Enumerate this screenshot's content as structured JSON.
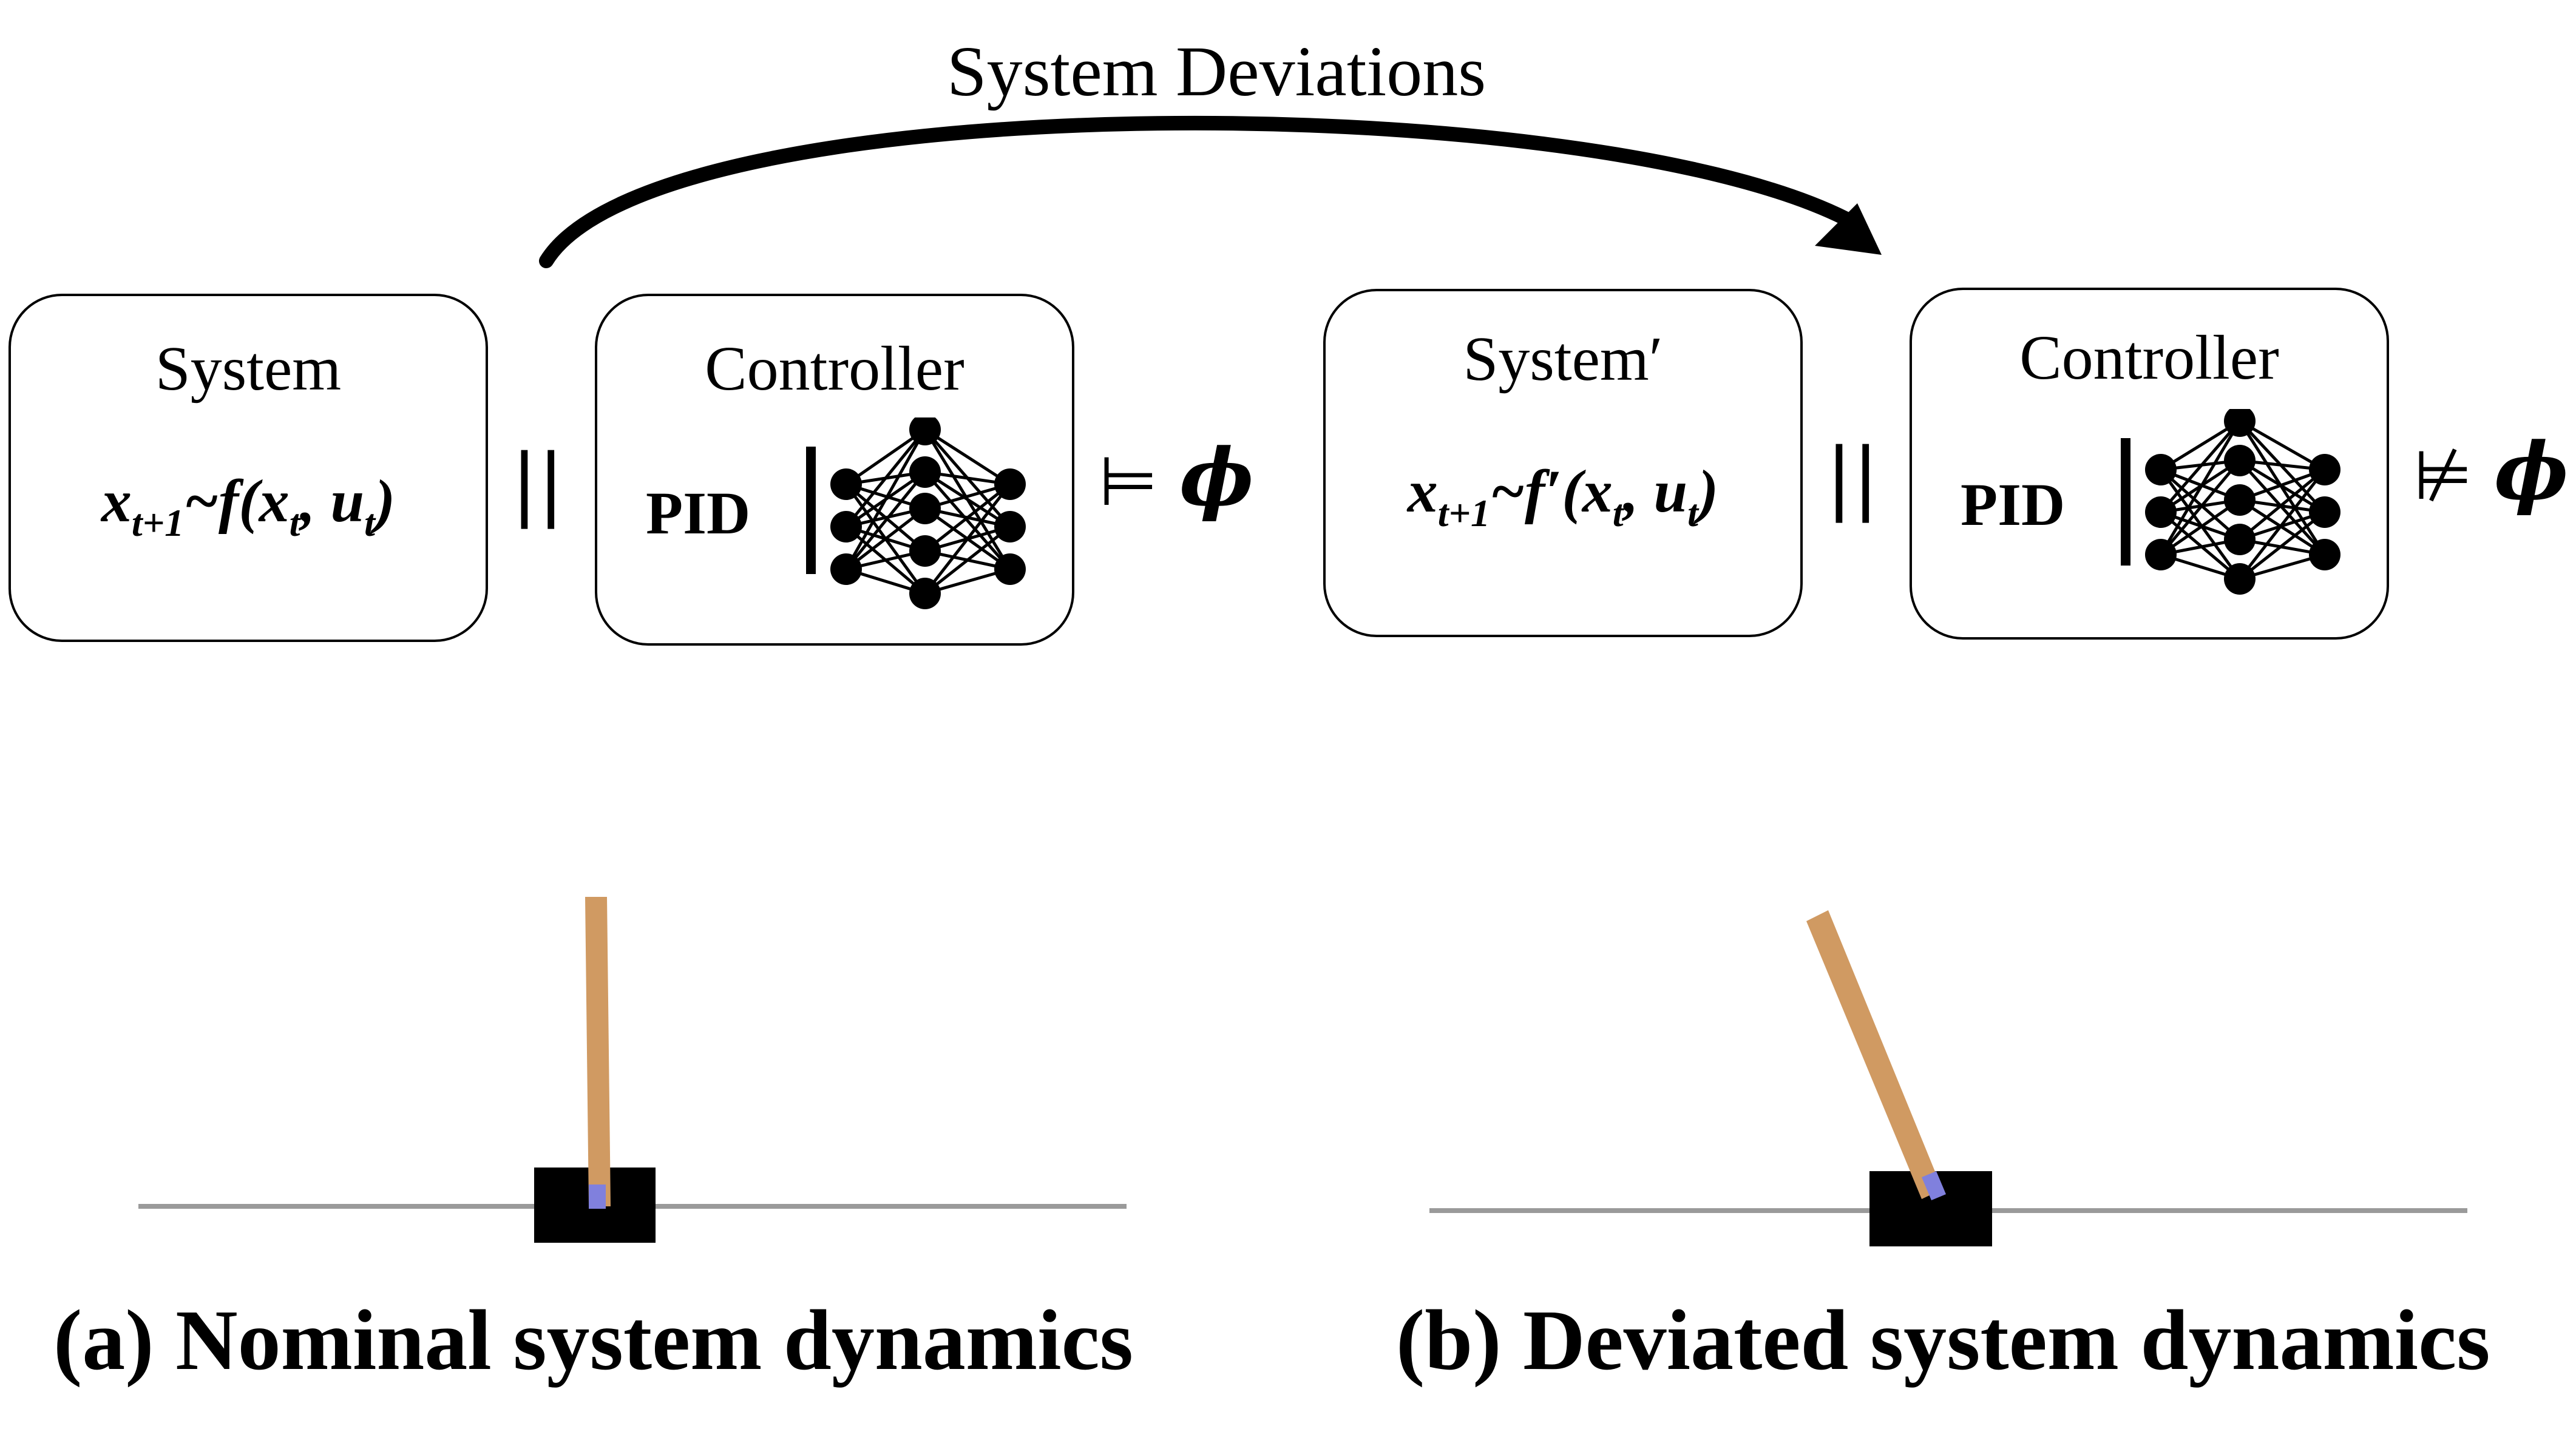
{
  "deviation_label": "System Deviations",
  "left": {
    "system_title": "System",
    "system_formula_lhs": "x",
    "system_formula_lhs_sub": "t+1",
    "system_formula_mid": "~f(x",
    "system_formula_sub1": "t",
    "system_formula_comma": ", u",
    "system_formula_sub2": "t",
    "system_formula_end": ")",
    "parallel": "||",
    "controller_title": "Controller",
    "pid_label": "PID",
    "relation_symbol": "⊨",
    "relation_phi": "ϕ",
    "caption": "(a) Nominal system dynamics"
  },
  "right": {
    "system_title": "System′",
    "system_formula_lhs": "x",
    "system_formula_lhs_sub": "t+1",
    "system_formula_mid": "~f′(x",
    "system_formula_sub1": "t",
    "system_formula_comma": ", u",
    "system_formula_sub2": "t",
    "system_formula_end": ")",
    "parallel": "||",
    "controller_title": "Controller",
    "pid_label": "PID",
    "relation_symbol": "⊭",
    "relation_phi": "ϕ",
    "caption": "(b) Deviated system dynamics"
  },
  "colors": {
    "pole": "#d09a62",
    "axle": "#8080dd",
    "cart": "#000000",
    "track": "#9a9a9a"
  }
}
